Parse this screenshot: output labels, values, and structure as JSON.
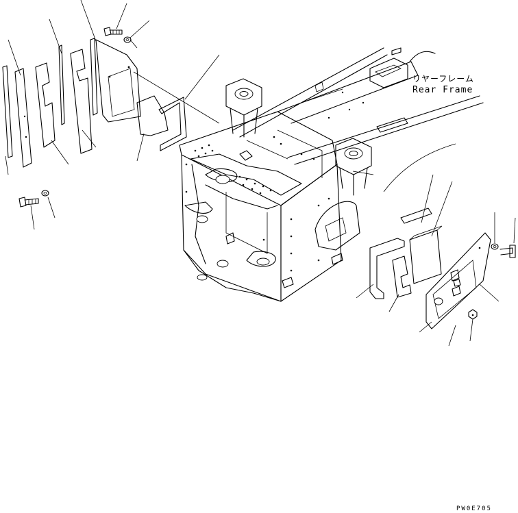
{
  "labels": {
    "rear_frame_jp": "リヤーフレーム",
    "rear_frame_en": "Rear Frame",
    "drawing_code": "PW0E705"
  },
  "colors": {
    "line": "#000000",
    "background": "#ffffff"
  }
}
